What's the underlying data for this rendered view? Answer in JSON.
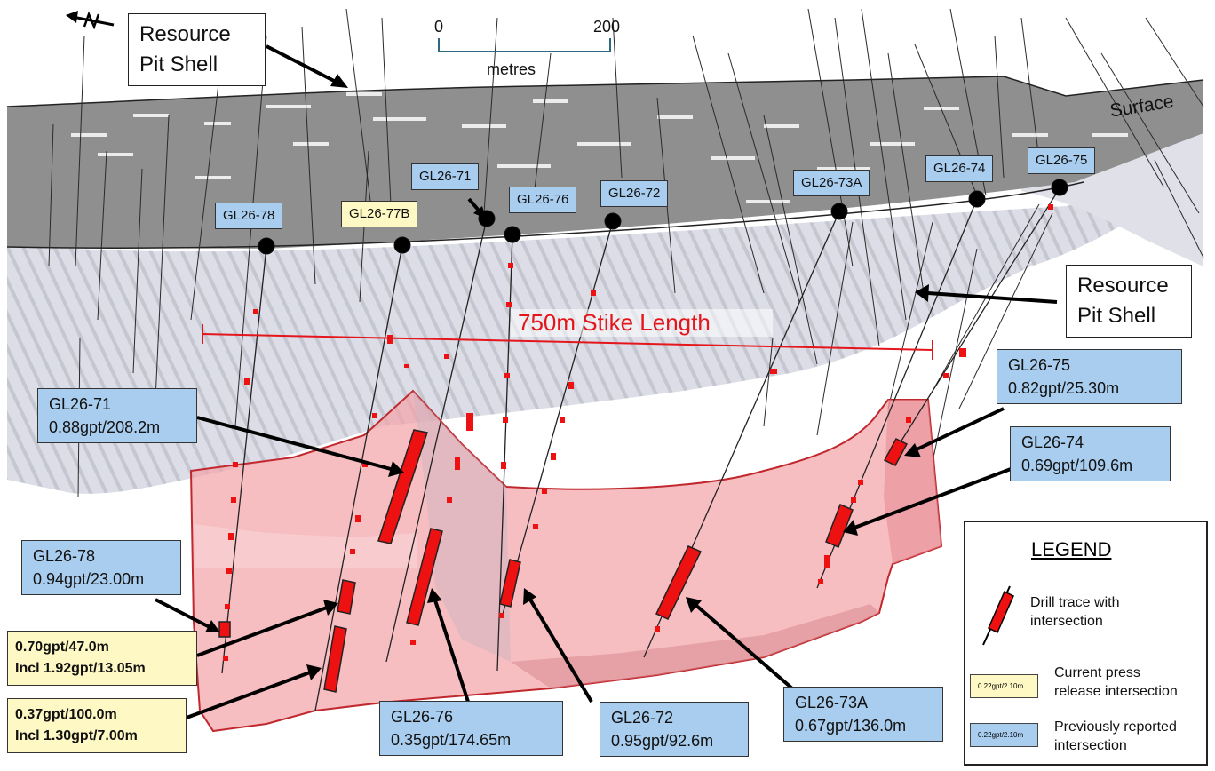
{
  "scale_bar": {
    "zero": "0",
    "max": "200",
    "unit": "metres"
  },
  "labels": {
    "pit_shell_top": [
      "Resource",
      "Pit Shell"
    ],
    "pit_shell_right": [
      "Resource",
      "Pit Shell"
    ],
    "surface": "Surface",
    "strike_length": "750m Stike Length"
  },
  "holes": [
    {
      "id": "GL26-78",
      "status": "previous"
    },
    {
      "id": "GL26-77B",
      "status": "current"
    },
    {
      "id": "GL26-71",
      "status": "previous"
    },
    {
      "id": "GL26-76",
      "status": "previous"
    },
    {
      "id": "GL26-72",
      "status": "previous"
    },
    {
      "id": "GL26-73A",
      "status": "previous"
    },
    {
      "id": "GL26-74",
      "status": "previous"
    },
    {
      "id": "GL26-75",
      "status": "previous"
    }
  ],
  "intersections": [
    {
      "hole": "GL26-71",
      "value": "0.88gpt/208.2m",
      "status": "previous"
    },
    {
      "hole": "GL26-78",
      "value": "0.94gpt/23.00m",
      "status": "previous"
    },
    {
      "hole": "",
      "value": "0.70gpt/47.0m",
      "include": "Incl 1.92gpt/13.05m",
      "status": "current"
    },
    {
      "hole": "",
      "value": "0.37gpt/100.0m",
      "include": "Incl 1.30gpt/7.00m",
      "status": "current"
    },
    {
      "hole": "GL26-76",
      "value": "0.35gpt/174.65m",
      "status": "previous"
    },
    {
      "hole": "GL26-72",
      "value": "0.95gpt/92.6m",
      "status": "previous"
    },
    {
      "hole": "GL26-73A",
      "value": "0.67gpt/136.0m",
      "status": "previous"
    },
    {
      "hole": "GL26-75",
      "value": "0.82gpt/25.30m",
      "status": "previous"
    },
    {
      "hole": "GL26-74",
      "value": "0.69gpt/109.6m",
      "status": "previous"
    }
  ],
  "legend": {
    "title": "LEGEND",
    "drill_trace": [
      "Drill trace with",
      "intersection"
    ],
    "current": [
      "Current press",
      "release intersection"
    ],
    "previous": [
      "Previously reported",
      "intersection"
    ],
    "swatch_text": "0.22gpt/2.10m"
  },
  "colors": {
    "current": "#fdf8c4",
    "previous": "#a9cdee",
    "intersection": "#ee1111",
    "orebody": "#f4a3a8",
    "pit_dark": "#8f8f8f",
    "pit_light": "#dfe0e8"
  }
}
